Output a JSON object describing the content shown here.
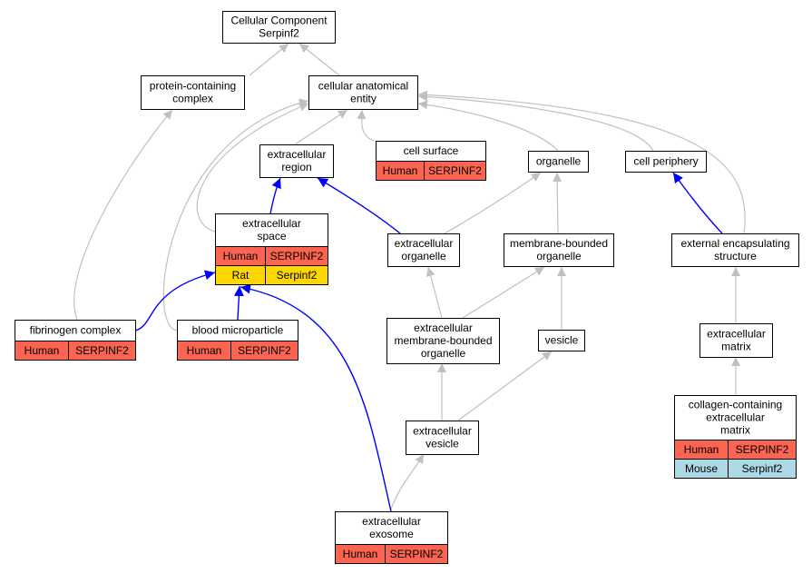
{
  "colors": {
    "human": "#fa6450",
    "rat": "#ffd700",
    "mouse": "#add8e6",
    "edge_default": "#c0c0c0",
    "edge_annotated": "#0000ff"
  },
  "nodes": {
    "root": {
      "lines": [
        "Cellular Component",
        "Serpinf2"
      ]
    },
    "protein_containing_complex": {
      "lines": [
        "protein-containing",
        "complex"
      ]
    },
    "cellular_anatomical_entity": {
      "lines": [
        "cellular anatomical",
        "entity"
      ]
    },
    "extracellular_region": {
      "lines": [
        "extracellular",
        "region"
      ]
    },
    "cell_surface": {
      "lines": [
        "cell surface"
      ],
      "annotations": [
        [
          "Human",
          "SERPINF2"
        ]
      ]
    },
    "organelle": {
      "lines": [
        "organelle"
      ]
    },
    "cell_periphery": {
      "lines": [
        "cell periphery"
      ]
    },
    "extracellular_space": {
      "lines": [
        "extracellular",
        "space"
      ],
      "annotations": [
        [
          "Human",
          "SERPINF2"
        ],
        [
          "Rat",
          "Serpinf2"
        ]
      ]
    },
    "extracellular_organelle": {
      "lines": [
        "extracellular",
        "organelle"
      ]
    },
    "membrane_bounded_organelle": {
      "lines": [
        "membrane-bounded",
        "organelle"
      ]
    },
    "external_encapsulating_structure": {
      "lines": [
        "external encapsulating",
        "structure"
      ]
    },
    "fibrinogen_complex": {
      "lines": [
        "fibrinogen complex"
      ],
      "annotations": [
        [
          "Human",
          "SERPINF2"
        ]
      ]
    },
    "blood_microparticle": {
      "lines": [
        "blood microparticle"
      ],
      "annotations": [
        [
          "Human",
          "SERPINF2"
        ]
      ]
    },
    "extracellular_membrane_bounded_organelle": {
      "lines": [
        "extracellular",
        "membrane-bounded",
        "organelle"
      ]
    },
    "vesicle": {
      "lines": [
        "vesicle"
      ]
    },
    "extracellular_matrix": {
      "lines": [
        "extracellular",
        "matrix"
      ]
    },
    "collagen_containing_extracellular_matrix": {
      "lines": [
        "collagen-containing",
        "extracellular",
        "matrix"
      ],
      "annotations": [
        [
          "Human",
          "SERPINF2"
        ],
        [
          "Mouse",
          "Serpinf2"
        ]
      ]
    },
    "extracellular_vesicle": {
      "lines": [
        "extracellular",
        "vesicle"
      ]
    },
    "extracellular_exosome": {
      "lines": [
        "extracellular",
        "exosome"
      ],
      "annotations": [
        [
          "Human",
          "SERPINF2"
        ]
      ]
    }
  }
}
